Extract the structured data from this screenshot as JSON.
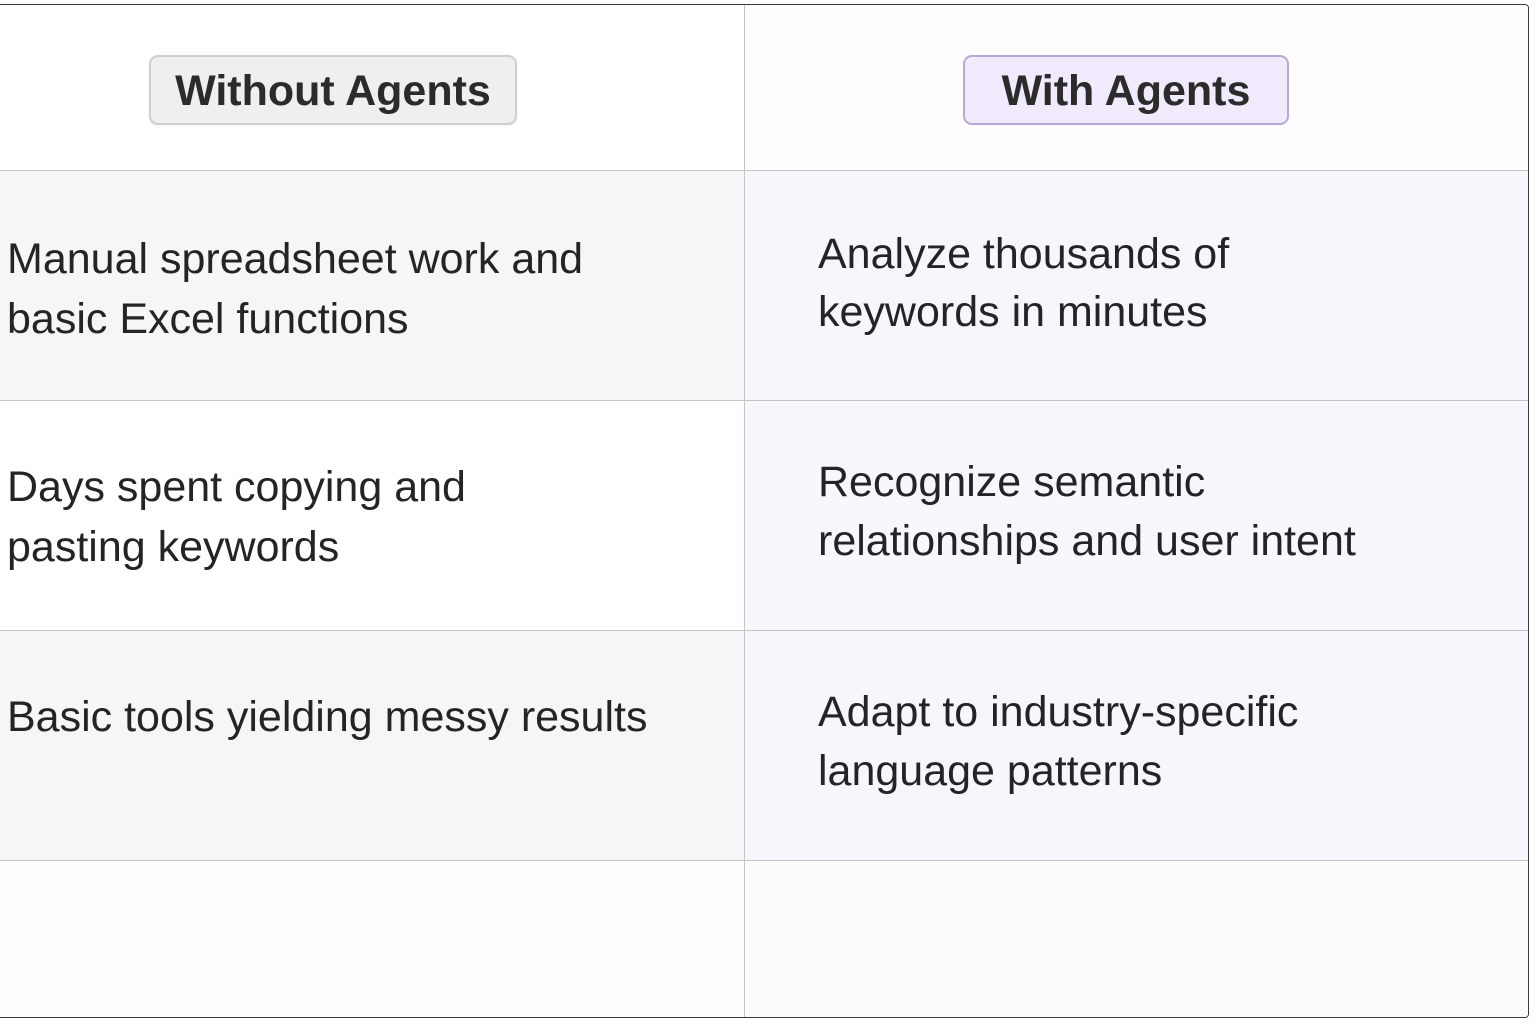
{
  "table": {
    "headers": {
      "without": "Without Agents",
      "with": "With Agents"
    },
    "rows": [
      {
        "without": [
          "Manual spreadsheet work and",
          "basic Excel functions"
        ],
        "with": [
          "Analyze thousands of",
          "keywords in minutes"
        ]
      },
      {
        "without": [
          "Days spent copying and",
          "pasting keywords"
        ],
        "with": [
          "Recognize semantic",
          "relationships and user intent"
        ]
      },
      {
        "without": [
          "Basic tools yielding messy results"
        ],
        "with": [
          "Adapt to industry-specific",
          "language patterns"
        ]
      },
      {
        "without": [],
        "with": []
      }
    ]
  },
  "colors": {
    "without_pill_bg": "#efefef",
    "without_pill_border": "#cfcfcf",
    "with_pill_bg": "#f1eafc",
    "with_pill_border": "#b9a7d8",
    "row_shade": "#f6f6f6",
    "right_tint": "#f8f6fc",
    "grid_line": "#c4c4c4",
    "text": "#242424"
  }
}
